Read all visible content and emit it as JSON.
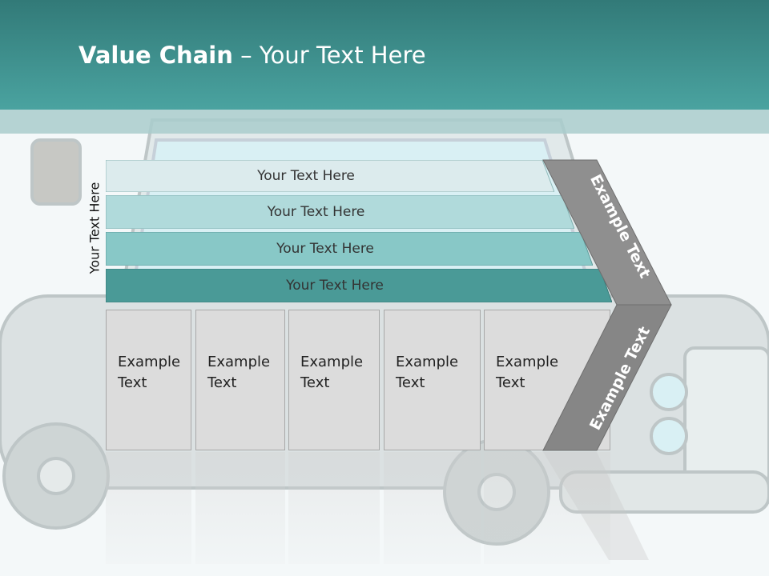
{
  "title": {
    "bold": "Value Chain",
    "rest": " – Your Text Here"
  },
  "side_label": "Your Text Here",
  "bars": [
    {
      "label": "Your Text Here",
      "color": "#dcebed"
    },
    {
      "label": "Your Text Here",
      "color": "#b0dadb"
    },
    {
      "label": "Your Text Here",
      "color": "#88c8c7"
    },
    {
      "label": "Your Text Here",
      "color": "#4a9a97"
    }
  ],
  "boxes": [
    {
      "line1": "Example",
      "line2": "Text"
    },
    {
      "line1": "Example",
      "line2": "Text"
    },
    {
      "line1": "Example",
      "line2": "Text"
    },
    {
      "line1": "Example",
      "line2": "Text"
    },
    {
      "line1": "Example",
      "line2": "Text"
    }
  ],
  "chevron": {
    "upper": "Example Text",
    "lower": "Example Text",
    "upper_color": "#8f8f8f",
    "lower_color": "#868686"
  },
  "colors": {
    "header": "#3e8e8b"
  }
}
